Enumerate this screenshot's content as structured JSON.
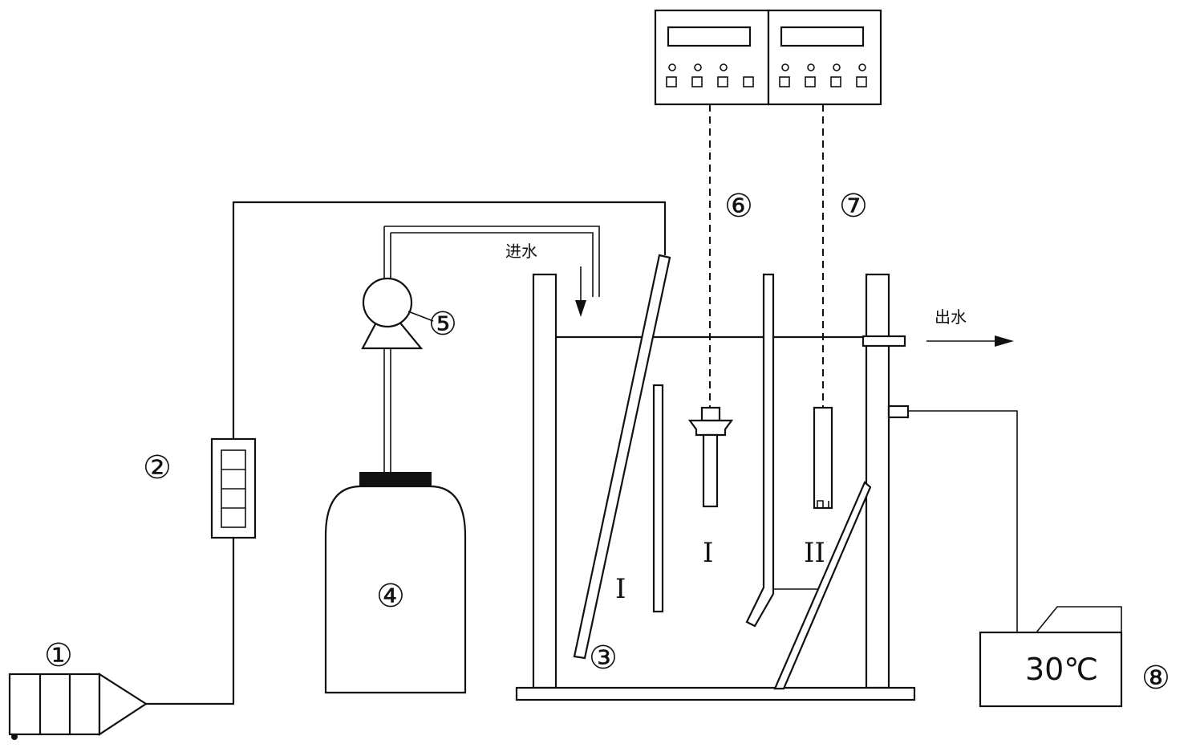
{
  "labels": {
    "n1": "①",
    "n2": "②",
    "n3": "③",
    "n4": "④",
    "n5": "⑤",
    "n6": "⑥",
    "n7": "⑦",
    "n8": "⑧"
  },
  "text": {
    "inlet": "进水",
    "outlet": "出水",
    "zone_left": "I",
    "zone_probe1": "I",
    "zone_probe2": "II",
    "temperature": "30℃"
  }
}
